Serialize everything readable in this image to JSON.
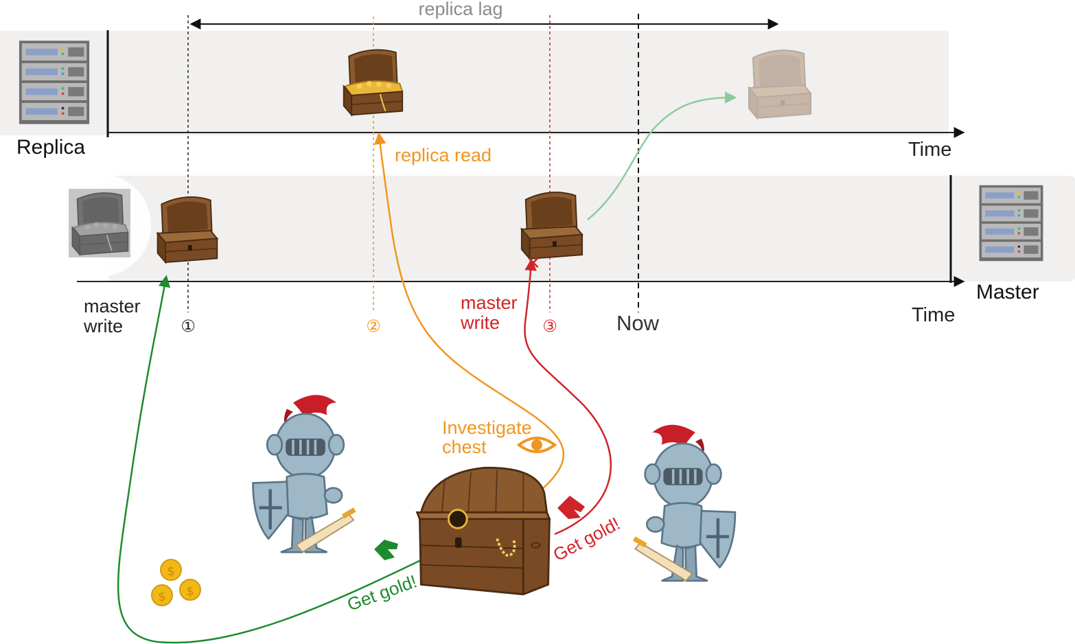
{
  "labels": {
    "replica_lag": "replica lag",
    "replica": "Replica",
    "master": "Master",
    "time_replica": "Time",
    "time_master": "Time",
    "replica_read": "replica read",
    "master_write_1_line1": "master",
    "master_write_1_line2": "write",
    "master_write_3_line1": "master",
    "master_write_3_line2": "write",
    "marker_1": "①",
    "marker_2": "②",
    "marker_3": "③",
    "now": "Now",
    "investigate_line1": "Investigate",
    "investigate_line2": "chest",
    "get_gold_green": "Get gold!",
    "get_gold_red": "Get gold!"
  },
  "icons": {
    "coin_symbol": "$"
  },
  "colors": {
    "orange": "#f0961e",
    "red": "#d0242a",
    "green": "#1e8a2e",
    "light_green": "#8ccc9c",
    "band": "#f1f0ef",
    "chest_brown": "#7a4a24",
    "knight_steel": "#9fb8c8",
    "plume_red": "#c81e28",
    "gold": "#f2b818"
  }
}
